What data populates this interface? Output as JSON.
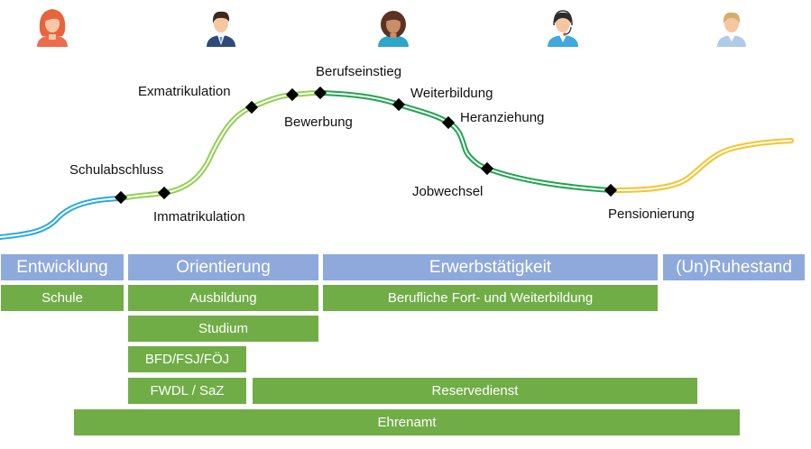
{
  "milestones": {
    "schulabschluss": "Schulabschluss",
    "immatrikulation": "Immatrikulation",
    "exmatrikulation": "Exmatrikulation",
    "bewerbung": "Bewerbung",
    "berufseinstieg": "Berufseinstieg",
    "weiterbildung": "Weiterbildung",
    "heranziehung": "Heranziehung",
    "jobwechsel": "Jobwechsel",
    "pensionierung": "Pensionierung"
  },
  "phases": {
    "entwicklung": "Entwicklung",
    "orientierung": "Orientierung",
    "erwerbstaetigkeit": "Erwerbstätigkeit",
    "ruhestand": "(Un)Ruhestand"
  },
  "activities": {
    "schule": "Schule",
    "ausbildung": "Ausbildung",
    "fortbildung": "Berufliche Fort- und Weiterbildung",
    "studium": "Studium",
    "freiwilligendienst": "BFD/FSJ/FÖJ",
    "fwdl": "FWDL / SaZ",
    "reservedienst": "Reservedienst",
    "ehrenamt": "Ehrenamt"
  },
  "colors": {
    "childhood_path": "#29A9DF",
    "orientation_path": "#92D050",
    "career_path": "#21A44F",
    "retirement_path": "#F5C32C",
    "phase_bar": "#8EA9DB",
    "activity_bar": "#70AD47"
  },
  "icons": [
    "avatar-girl-icon",
    "avatar-young-man-icon",
    "avatar-woman-icon",
    "avatar-man-headset-icon",
    "avatar-older-man-icon"
  ]
}
